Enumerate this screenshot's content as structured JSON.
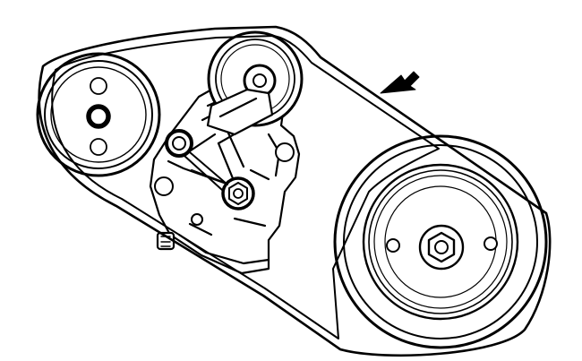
{
  "figure": {
    "background": "#ffffff",
    "line_color": "#000000",
    "components": [
      {
        "id": "upper-left-pulley",
        "icon": "pulley-icon"
      },
      {
        "id": "tensioner-idler-pulley",
        "icon": "pulley-icon"
      },
      {
        "id": "tensioner-bracket",
        "icon": "bracket-icon"
      },
      {
        "id": "crankshaft-pulley",
        "icon": "pulley-icon"
      },
      {
        "id": "drive-belt",
        "icon": "belt-icon"
      },
      {
        "id": "direction-arrow",
        "icon": "arrow-icon"
      }
    ]
  }
}
